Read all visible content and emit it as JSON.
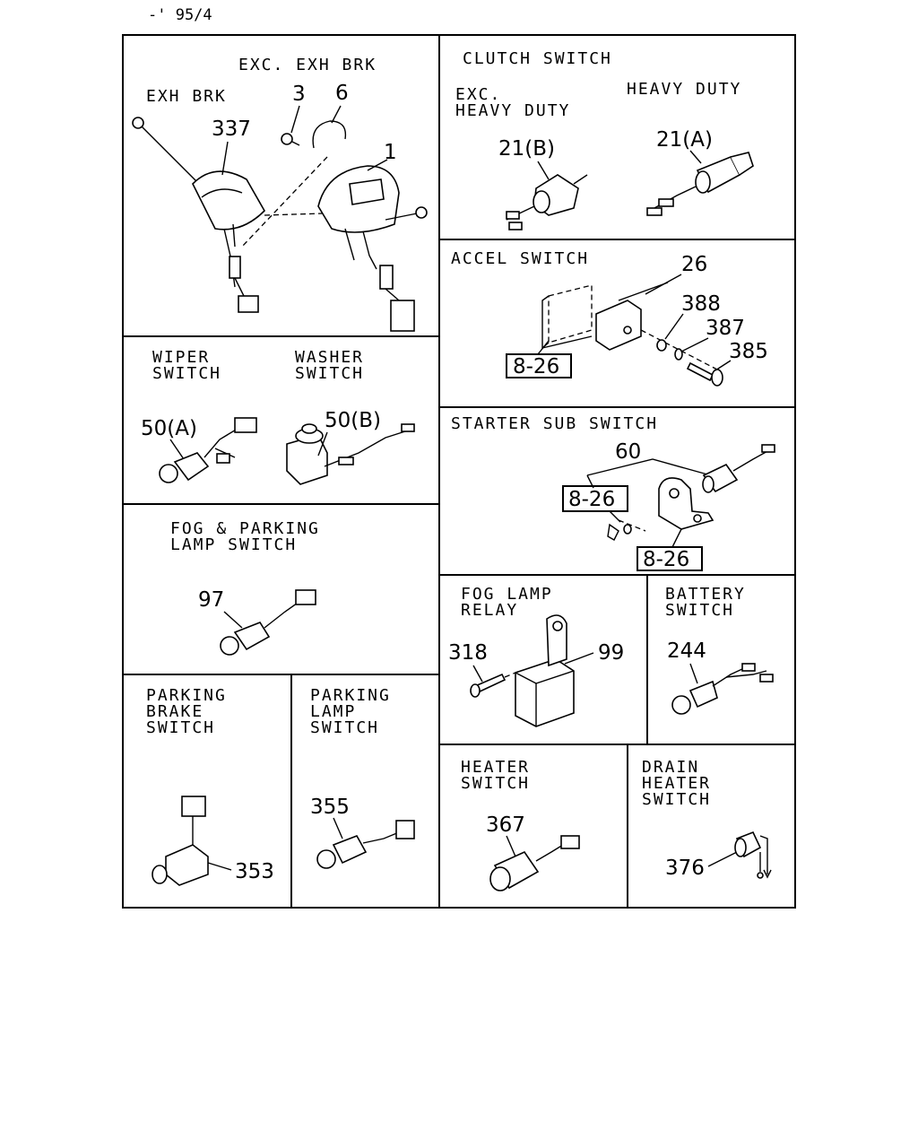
{
  "header": {
    "code": "-' 95/4"
  },
  "sections": {
    "combination": {
      "label_exc": "EXC. EXH BRK",
      "label_exh": "EXH BRK",
      "parts": [
        "337",
        "3",
        "6",
        "1"
      ]
    },
    "clutch": {
      "title": "CLUTCH SWITCH",
      "exc_line1": "EXC.",
      "exc_line2": "HEAVY DUTY",
      "heavy": "HEAVY DUTY",
      "part_b": "21(B)",
      "part_a": "21(A)"
    },
    "accel": {
      "title": "ACCEL SWITCH",
      "parts": [
        "26",
        "388",
        "387",
        "385"
      ],
      "ref": "8-26"
    },
    "wiper": {
      "wiper_line1": "WIPER",
      "wiper_line2": "SWITCH",
      "washer_line1": "WASHER",
      "washer_line2": "SWITCH",
      "part_a": "50(A)",
      "part_b": "50(B)"
    },
    "starter": {
      "title": "STARTER SUB SWITCH",
      "part": "60",
      "ref1": "8-26",
      "ref2": "8-26"
    },
    "fog_parking": {
      "line1": "FOG & PARKING",
      "line2": "LAMP SWITCH",
      "part": "97"
    },
    "fog_relay": {
      "line1": "FOG LAMP",
      "line2": "RELAY",
      "parts": [
        "318",
        "99"
      ]
    },
    "battery": {
      "line1": "BATTERY",
      "line2": "SWITCH",
      "part": "244"
    },
    "parking_brake": {
      "line1": "PARKING",
      "line2": "BRAKE",
      "line3": "SWITCH",
      "part": "353"
    },
    "parking_lamp": {
      "line1": "PARKING",
      "line2": "LAMP",
      "line3": "SWITCH",
      "part": "355"
    },
    "heater": {
      "line1": "HEATER",
      "line2": "SWITCH",
      "part": "367"
    },
    "drain_heater": {
      "line1": "DRAIN",
      "line2": "HEATER",
      "line3": "SWITCH",
      "part": "376"
    }
  }
}
